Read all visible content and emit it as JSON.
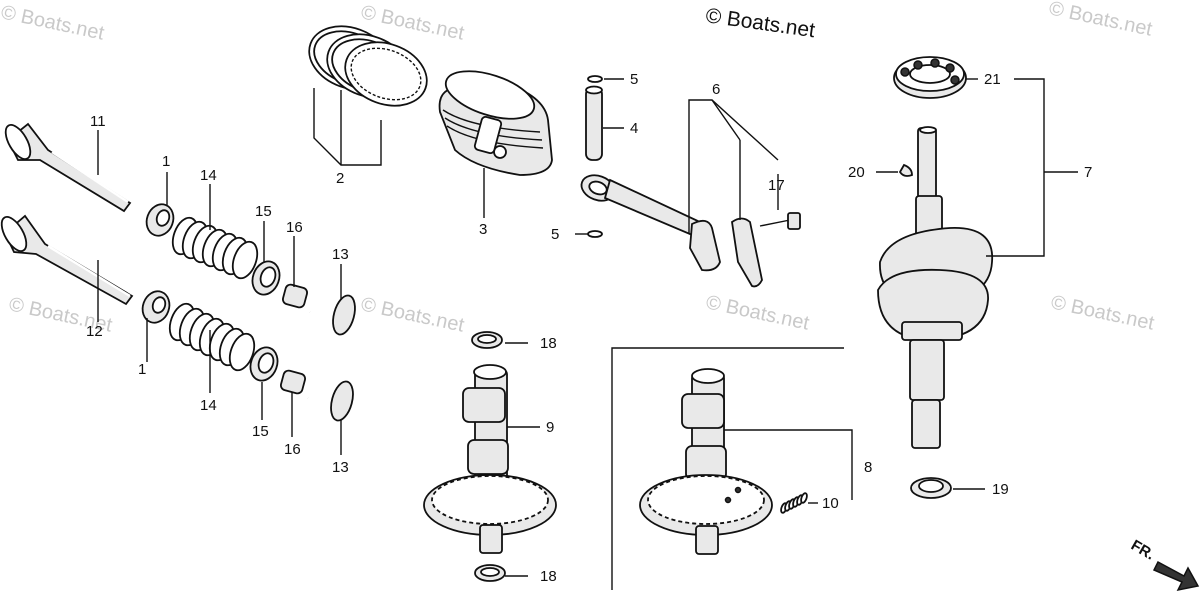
{
  "copyright": "© Boats.net",
  "watermark": "© Boats.net",
  "direction_label": "FR.",
  "callouts": {
    "c1a": "1",
    "c1b": "1",
    "c2": "2",
    "c3": "3",
    "c4": "4",
    "c5a": "5",
    "c5b": "5",
    "c6": "6",
    "c7": "7",
    "c8": "8",
    "c9": "9",
    "c10": "10",
    "c11": "11",
    "c12": "12",
    "c13a": "13",
    "c13b": "13",
    "c14a": "14",
    "c14b": "14",
    "c15a": "15",
    "c15b": "15",
    "c16a": "16",
    "c16b": "16",
    "c17": "17",
    "c18a": "18",
    "c18b": "18",
    "c19": "19",
    "c20": "20",
    "c21": "21"
  }
}
